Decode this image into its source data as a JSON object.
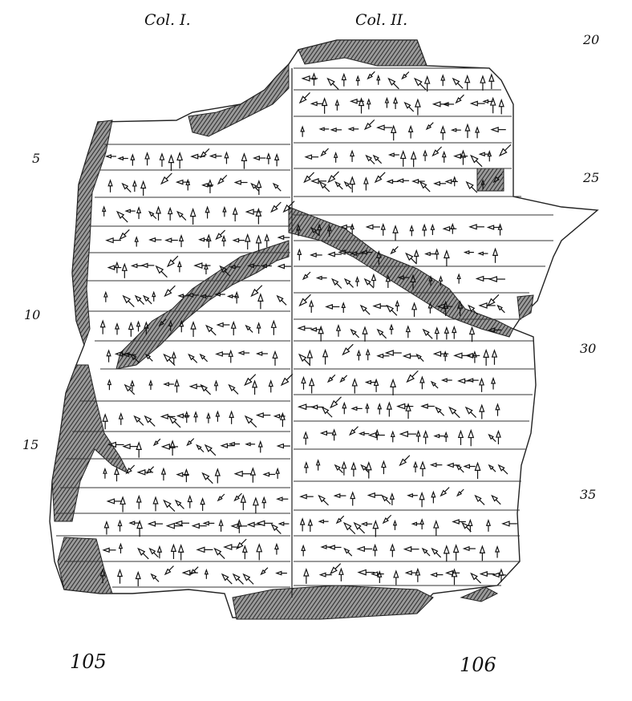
{
  "column_headers": [
    "Col. I.",
    "Col. II."
  ],
  "line_numbers_left": [
    "5",
    "10",
    "15"
  ],
  "line_numbers_right": [
    "20",
    "25",
    "30",
    "35"
  ],
  "plate_numbers": [
    "105",
    "106"
  ]
}
